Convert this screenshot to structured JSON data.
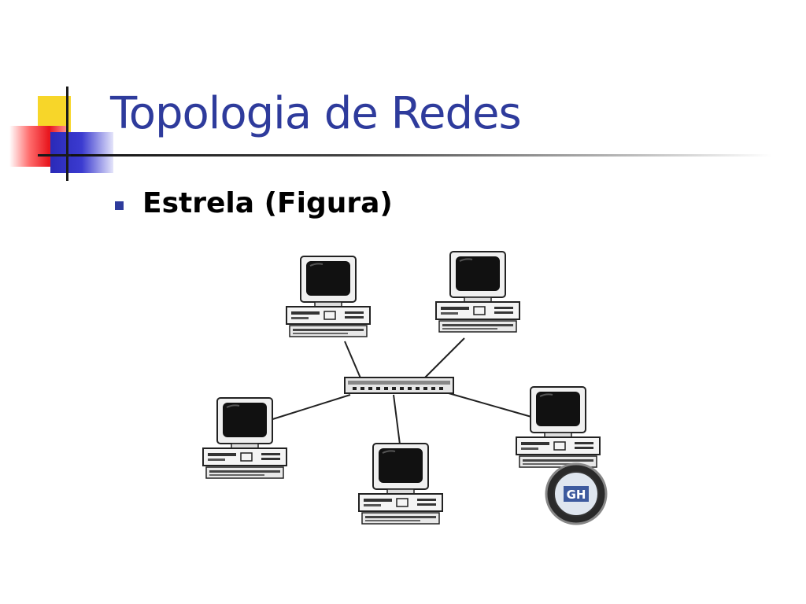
{
  "slide": {
    "title": "Topologia de Redes",
    "bullets": [
      {
        "text": "Estrela (Figura)"
      }
    ],
    "colors": {
      "title": "#2e3b9c",
      "bullet": "#2e3b9c",
      "accent_yellow": "#f7d629",
      "accent_red": "#e8151d",
      "accent_blue": "#2a2ab8"
    },
    "figure": {
      "topology": "star",
      "hub_icon": "network-hub-icon",
      "node_icon": "desktop-computer-icon",
      "node_count": 5,
      "seal_icon": "watermark-seal-icon",
      "seal_text": "GH"
    }
  }
}
